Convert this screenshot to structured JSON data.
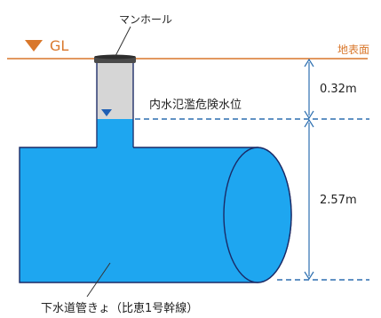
{
  "labels": {
    "manhole": "マンホール",
    "gl": "GL",
    "ground_surface": "地表面",
    "inland_flood_level": "内水氾濫危険水位",
    "pipe_name": "下水道管きょ（比恵1号幹線）"
  },
  "dimensions": {
    "upper": "0.32m",
    "lower": "2.57m"
  },
  "colors": {
    "ground_line": "#d9772b",
    "water": "#1ea6f0",
    "pipe_fill": "#1ea6f0",
    "outline": "#1a2a66",
    "dimension": "#2d6fb0",
    "manhole_shaft": "#d6d6d6",
    "manhole_lid": "#4a4a4a"
  },
  "icons": {
    "ground_marker": "inverted-triangle-icon",
    "water_level_marker": "inverted-triangle-icon"
  }
}
